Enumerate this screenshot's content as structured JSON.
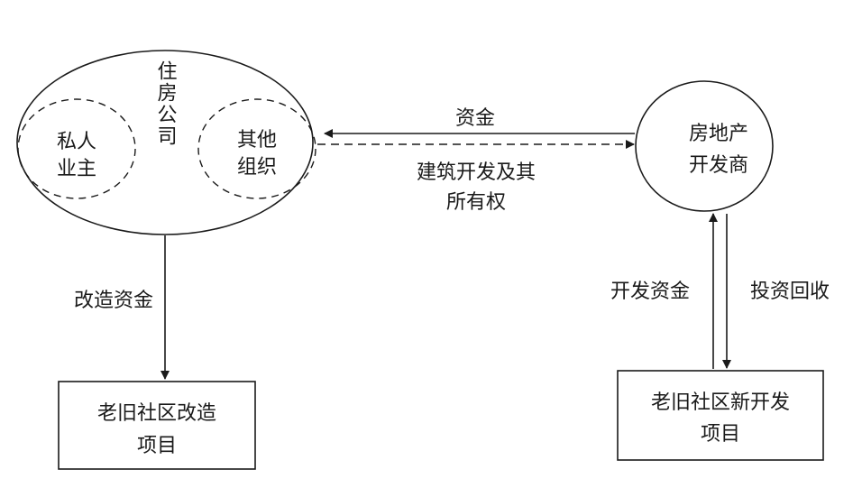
{
  "nodes": {
    "housing_company": {
      "label": "住房公司"
    },
    "private_owner": {
      "line1": "私人",
      "line2": "业主"
    },
    "other_org": {
      "line1": "其他",
      "line2": "组织"
    },
    "developer": {
      "line1": "房地产",
      "line2": "开发商"
    },
    "old_renovation": {
      "line1": "老旧社区改造",
      "line2": "项目"
    },
    "old_new_dev": {
      "line1": "老旧社区新开发",
      "line2": "项目"
    }
  },
  "edges": {
    "funds": {
      "label": "资金"
    },
    "ownership": {
      "line1": "建筑开发及其",
      "line2": "所有权"
    },
    "renovation_funds": {
      "label": "改造资金"
    },
    "development_funds": {
      "label": "开发资金"
    },
    "investment_return": {
      "label": "投资回收"
    }
  },
  "colors": {
    "stroke": "#1a1a1a",
    "background": "#ffffff"
  }
}
